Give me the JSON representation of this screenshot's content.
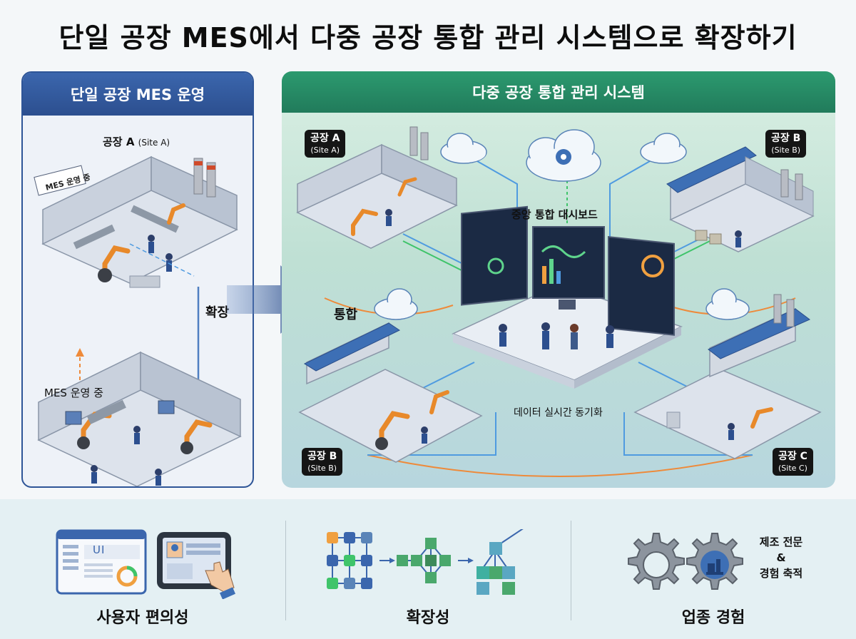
{
  "title": "단일 공장 MES에서 다중 공장 통합 관리 시스템으로 확장하기",
  "left": {
    "header": "단일 공장 MES 운영",
    "factory_label_name": "공장 A",
    "factory_label_site": "(Site A)",
    "sign": "MES 운영 중",
    "mes_running": "MES 운영 중",
    "expand": "확장"
  },
  "right": {
    "header": "다중 공장 통합 관리 시스템",
    "dashboard_label": "중앙 통합 대시보드",
    "integration": "통합",
    "sync": "데이터 실시간 동기화",
    "sites": [
      {
        "name": "공장 A",
        "site": "(Site A)"
      },
      {
        "name": "공장 B",
        "site": "(Site B)"
      },
      {
        "name": "공장 B",
        "site": "(Site B)"
      },
      {
        "name": "공장 C",
        "site": "(Site C)"
      }
    ]
  },
  "features": {
    "usability": "사용자 편의성",
    "ui_text": "UI",
    "scalability": "확장성",
    "experience": "업종 경험",
    "manufacturing_line1": "제조 전문",
    "manufacturing_amp": "&",
    "manufacturing_line2": "경험 축적"
  },
  "colors": {
    "left_header": "#2e5597",
    "right_header": "#217b5b",
    "flow_green": "#3fc46a",
    "flow_blue": "#4f9be0",
    "flow_orange": "#ee8a3a",
    "robot_orange": "#e8892a"
  }
}
